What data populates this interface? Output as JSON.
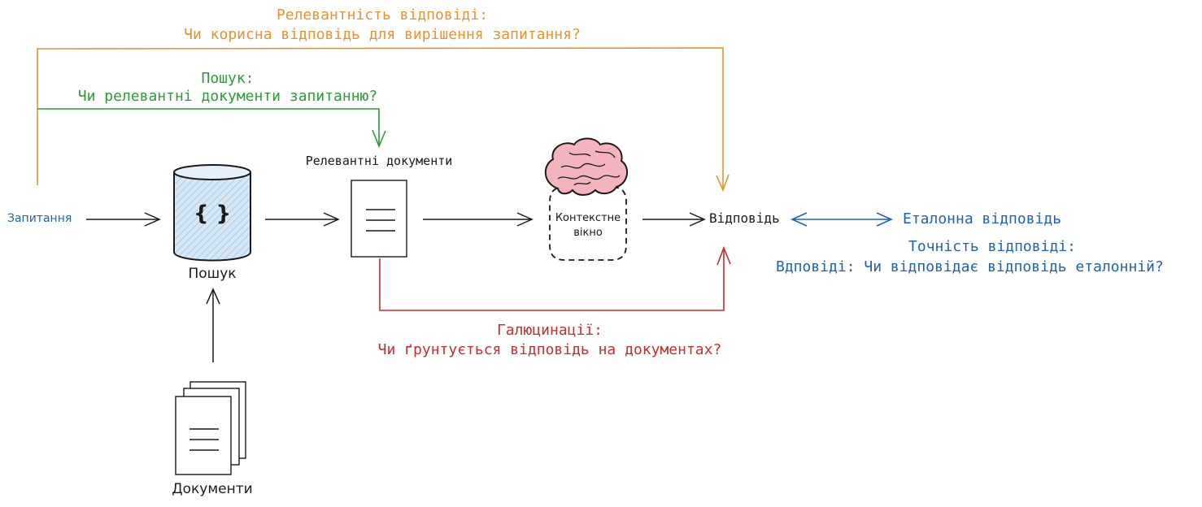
{
  "colors": {
    "orange": "#e3942f",
    "green": "#2f9a3b",
    "red": "#c0302f",
    "blue": "#1f64a8",
    "ink": "#1a1a1a",
    "db_fill": "#cfe3f2"
  },
  "answer_relevance": {
    "title": "Релевантність відповіді:",
    "question": "Чи корисна відповідь для вирішення запитання?"
  },
  "retrieval": {
    "title": "Пошук:",
    "question": "Чи релевантні документи запитанню?"
  },
  "nodes": {
    "question": "Запитання",
    "search_icon_glyph": "{ }",
    "search": "Пошук",
    "relevant_docs": "Релевантні документи",
    "context_window_line1": "Контекстне",
    "context_window_line2": "вікно",
    "answer": "Відповідь",
    "documents": "Документи",
    "reference_answer": "Еталонна відповідь"
  },
  "hallucinations": {
    "title": "Галюцинації:",
    "question": "Чи ґрунтується відповідь на документах?"
  },
  "accuracy": {
    "title": "Точність відповіді:",
    "question": "Вдповіді: Чи відповідає відповідь еталонній?"
  },
  "icons": [
    "database-icon",
    "document-icon",
    "documents-stack-icon",
    "brain-icon"
  ]
}
